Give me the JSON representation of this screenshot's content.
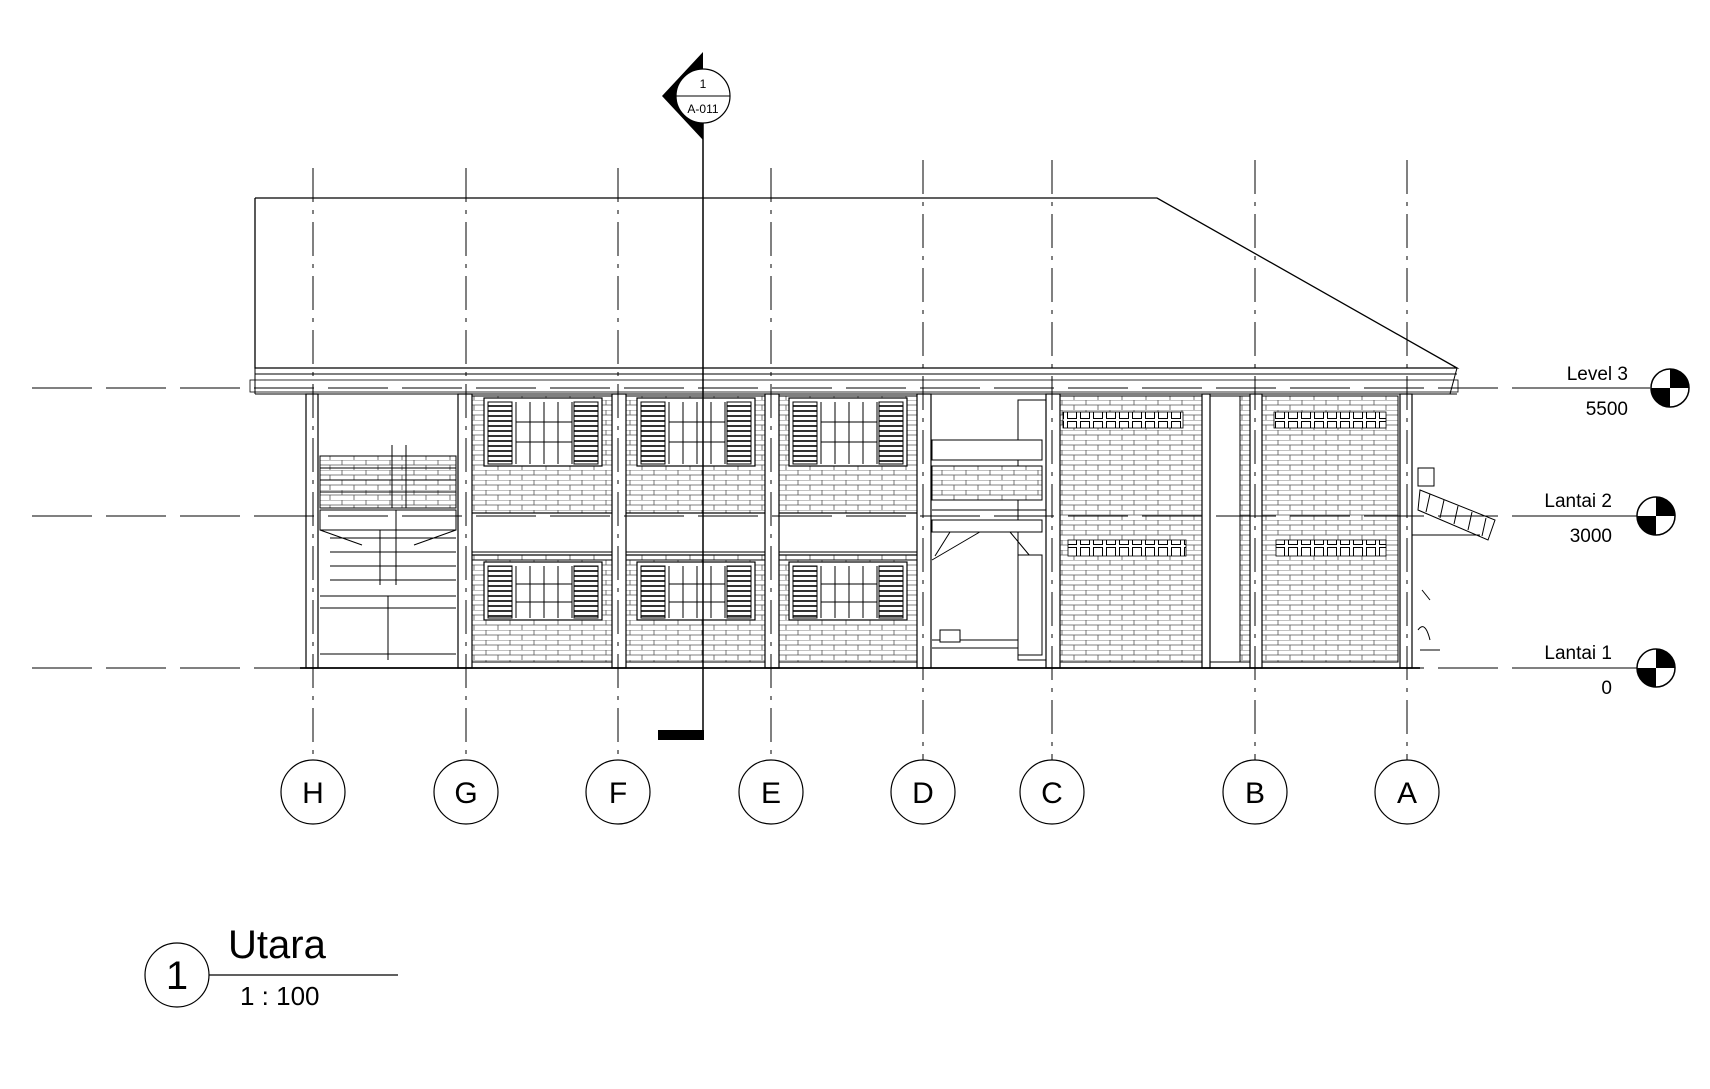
{
  "section_marker": {
    "number": "1",
    "sheet": "A-011"
  },
  "grid_lines": [
    {
      "label": "H"
    },
    {
      "label": "G"
    },
    {
      "label": "F"
    },
    {
      "label": "E"
    },
    {
      "label": "D"
    },
    {
      "label": "C"
    },
    {
      "label": "B"
    },
    {
      "label": "A"
    }
  ],
  "levels": [
    {
      "name": "Level 3",
      "elevation": "5500"
    },
    {
      "name": "Lantai 2",
      "elevation": "3000"
    },
    {
      "name": "Lantai 1",
      "elevation": "0"
    }
  ],
  "view_title": {
    "number": "1",
    "name": "Utara",
    "scale": "1 : 100"
  }
}
